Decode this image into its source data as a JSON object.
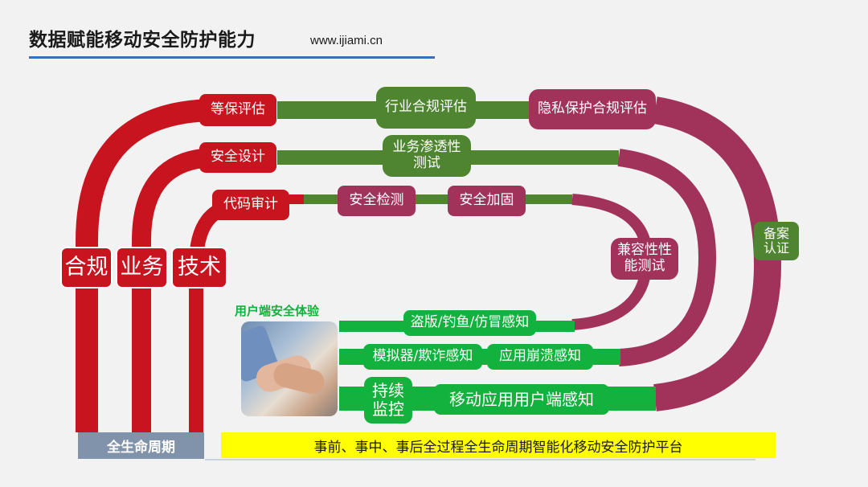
{
  "header": {
    "title": "数据赋能移动安全防护能力",
    "url": "www.ijiami.cn"
  },
  "columns": {
    "compliance": "合规",
    "business": "业务",
    "technology": "技术"
  },
  "row1": {
    "level_protection": "等保评估",
    "industry_compliance": "行业合规评估",
    "privacy_compliance": "隐私保护合规评估"
  },
  "row2": {
    "security_design": "安全设计",
    "business_pentest": "业务渗透性\n测试"
  },
  "row3": {
    "code_audit": "代码审计",
    "security_detection": "安全检测",
    "security_hardening": "安全加固"
  },
  "arcs": {
    "compatibility_test": "兼容性性\n能测试",
    "filing_certification": "备案\n认证"
  },
  "user_experience": {
    "label": "用户端安全体验",
    "piracy": "盗版/钓鱼/仿冒感知",
    "emulator": "模拟器/欺诈感知",
    "crash": "应用崩溃感知",
    "monitoring": "持续\n监控",
    "app_perception": "移动应用用户端感知"
  },
  "footer": {
    "lifecycle": "全生命周期",
    "platform": "事前、事中、事后全过程全生命周期智能化移动安全防护平台"
  },
  "colors": {
    "red": "#c8141e",
    "olive": "#4f8530",
    "plum": "#a1335b",
    "green": "#13b23e",
    "yellow": "#ffff00",
    "title_underline": "#3c6fb3"
  }
}
